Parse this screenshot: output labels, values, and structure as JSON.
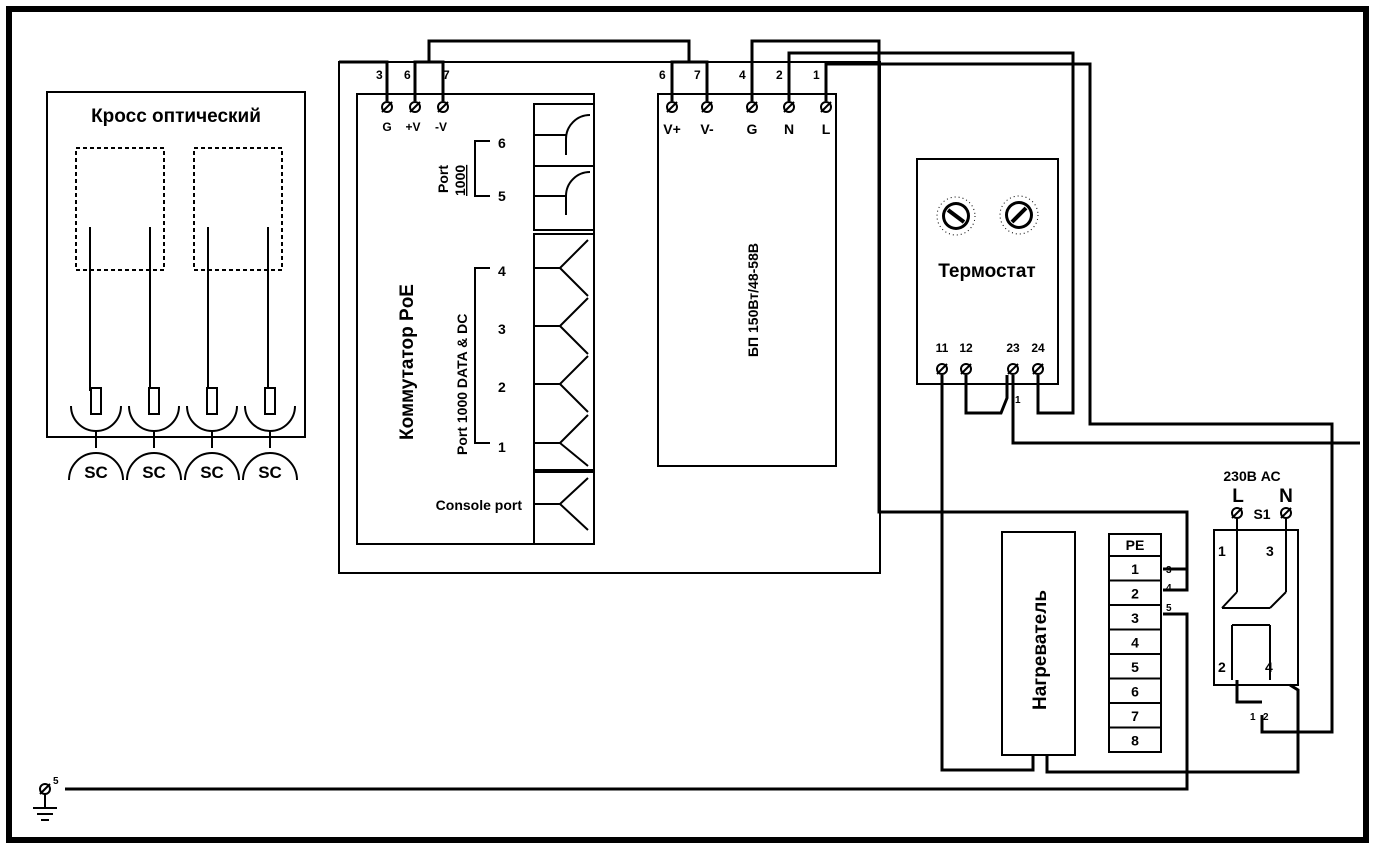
{
  "cross": {
    "title": "Кросс оптический",
    "connectors": [
      "SC",
      "SC",
      "SC",
      "SC"
    ]
  },
  "switch": {
    "title": "Коммутатор PoE",
    "terminals": [
      {
        "label": "G",
        "num": "3"
      },
      {
        "label": "+V",
        "num": "6"
      },
      {
        "label": "-V",
        "num": "7"
      }
    ],
    "port1000_label": "Port\n1000",
    "port1000_line1": "Port",
    "port1000_line2": "1000",
    "port1000_numbers": [
      "6",
      "5"
    ],
    "poe_label": "Port 1000 DATA & DC",
    "poe_numbers": [
      "4",
      "3",
      "2",
      "1"
    ],
    "console_label": "Console port"
  },
  "psu": {
    "title": "БП 150Вт/48-58В",
    "terminals": [
      {
        "label": "V+",
        "num": "6"
      },
      {
        "label": "V-",
        "num": "7"
      },
      {
        "label": "G",
        "num": "4"
      },
      {
        "label": "N",
        "num": "2"
      },
      {
        "label": "L",
        "num": "1"
      }
    ]
  },
  "thermostat": {
    "title": "Термостат",
    "terminals": [
      "11",
      "12",
      "23",
      "24"
    ],
    "wire_mark": "1"
  },
  "heater": {
    "title": "Нагреватель"
  },
  "terminal_block": {
    "header": "PE",
    "rows": [
      "1",
      "2",
      "3",
      "4",
      "5",
      "6",
      "7",
      "8"
    ],
    "wire_marks": [
      "3",
      "4",
      "5"
    ]
  },
  "switch_s1": {
    "supply_label": "230В АС",
    "l_label": "L",
    "n_label": "N",
    "name": "S1",
    "pins": [
      "1",
      "3",
      "2",
      "4"
    ],
    "bottom_marks": [
      "1",
      "2"
    ]
  },
  "ground": {
    "mark": "5"
  }
}
